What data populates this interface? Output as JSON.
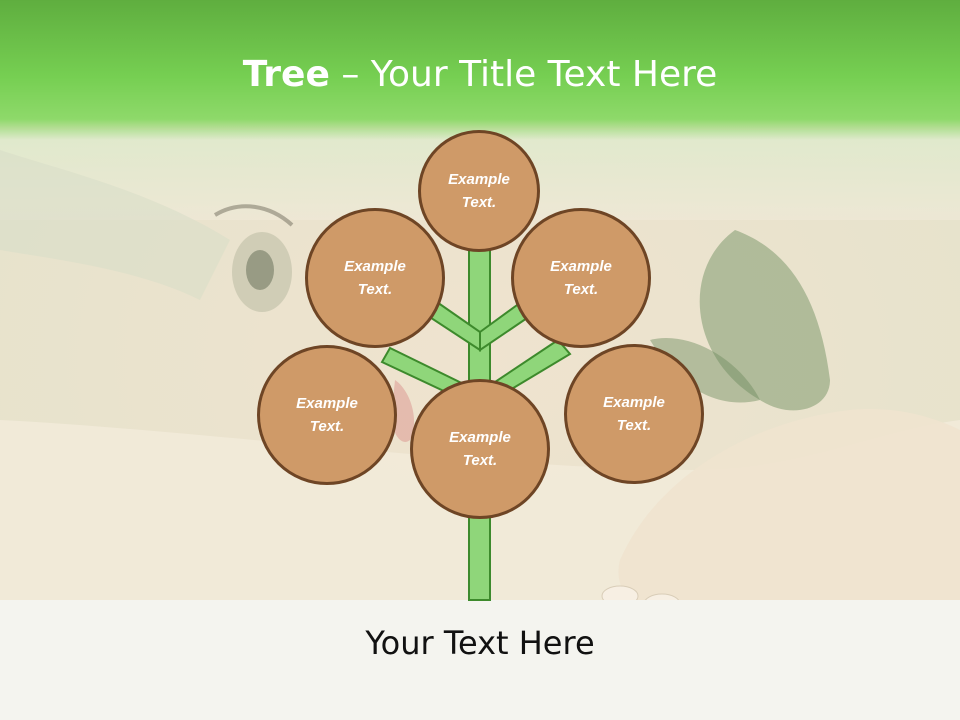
{
  "title": {
    "bold": "Tree",
    "rest": " – Your Title Text Here"
  },
  "nodes": [
    {
      "id": "top",
      "label": "Example\nText."
    },
    {
      "id": "upper-left",
      "label": "Example\nText."
    },
    {
      "id": "upper-right",
      "label": "Example\nText."
    },
    {
      "id": "lower-left",
      "label": "Example\nText."
    },
    {
      "id": "lower-right",
      "label": "Example\nText."
    },
    {
      "id": "center",
      "label": "Example\nText."
    }
  ],
  "caption": "Your Text Here",
  "colors": {
    "header_green": "#76cf52",
    "node_fill": "#cf9a68",
    "node_border": "#6e4525",
    "trunk_fill": "#8fd67a",
    "trunk_border": "#3d8a2c"
  }
}
